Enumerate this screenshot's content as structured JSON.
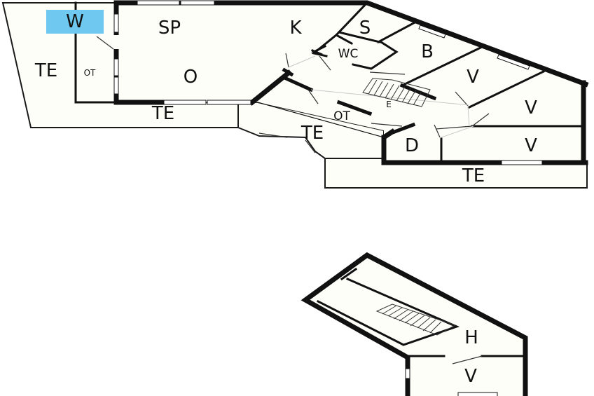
{
  "diagram": {
    "type": "floor-plan",
    "badge": {
      "label": "W",
      "color": "#6ec8ef"
    },
    "ground_floor": {
      "rooms": [
        {
          "id": "sp",
          "label": "SP"
        },
        {
          "id": "k",
          "label": "K"
        },
        {
          "id": "o",
          "label": "O"
        },
        {
          "id": "s",
          "label": "S"
        },
        {
          "id": "wc",
          "label": "WC"
        },
        {
          "id": "b",
          "label": "B"
        },
        {
          "id": "v1",
          "label": "V"
        },
        {
          "id": "v2",
          "label": "V"
        },
        {
          "id": "v3",
          "label": "V"
        },
        {
          "id": "d",
          "label": "D"
        },
        {
          "id": "e",
          "label": "E"
        },
        {
          "id": "ot-left",
          "label": "OT"
        },
        {
          "id": "ot-center",
          "label": "OT"
        }
      ],
      "terraces": [
        {
          "id": "te-left",
          "label": "TE"
        },
        {
          "id": "te-bottom-left",
          "label": "TE"
        },
        {
          "id": "te-middle",
          "label": "TE"
        },
        {
          "id": "te-bottom-right",
          "label": "TE"
        }
      ]
    },
    "upper_floor": {
      "rooms": [
        {
          "id": "h",
          "label": "H"
        },
        {
          "id": "v-upper",
          "label": "V"
        }
      ]
    }
  }
}
